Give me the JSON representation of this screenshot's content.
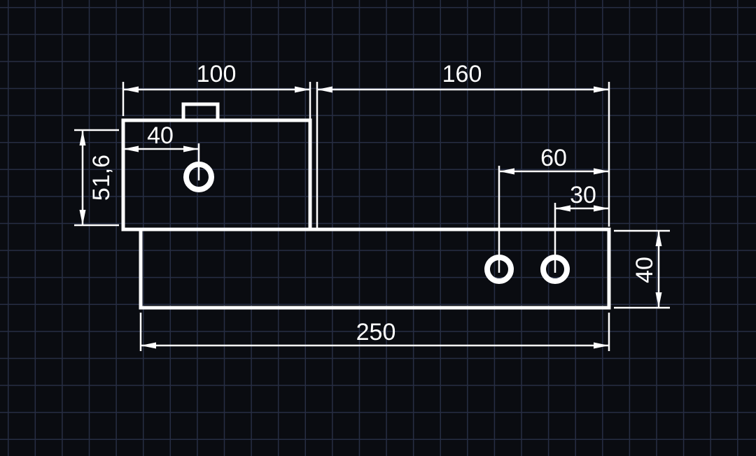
{
  "canvas": {
    "colors": {
      "background": "#0a0c11",
      "grid": "#272e44",
      "line": "#ffffff",
      "text": "#ffffff"
    }
  },
  "dimensions": {
    "upper_width": "100",
    "step_width": "160",
    "hole_offset": "40",
    "upper_height": "51,6",
    "hole_spacing_outer": "60",
    "hole_spacing_inner": "30",
    "lower_height": "40",
    "overall_length": "250"
  }
}
